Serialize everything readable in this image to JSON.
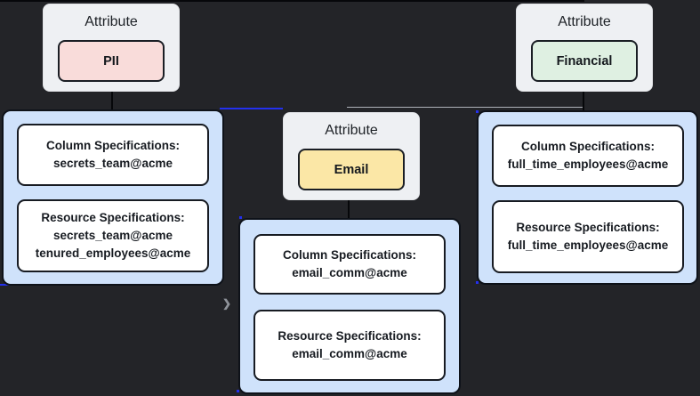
{
  "diagram": {
    "attributes": [
      {
        "title": "Attribute",
        "badge": "PII"
      },
      {
        "title": "Attribute",
        "badge": "Email"
      },
      {
        "title": "Attribute",
        "badge": "Financial"
      }
    ],
    "groups": [
      {
        "boxes": [
          {
            "lines": [
              "Column Specifications:",
              "secrets_team@acme"
            ]
          },
          {
            "lines": [
              "Resource Specifications:",
              "secrets_team@acme",
              "tenured_employees@acme"
            ]
          }
        ]
      },
      {
        "boxes": [
          {
            "lines": [
              "Column Specifications:",
              "email_comm@acme"
            ]
          },
          {
            "lines": [
              "Resource Specifications:",
              "email_comm@acme"
            ]
          }
        ]
      },
      {
        "boxes": [
          {
            "lines": [
              "Column Specifications:",
              "full_time_employees@acme"
            ]
          },
          {
            "lines": [
              "Resource Specifications:",
              "full_time_employees@acme"
            ]
          }
        ]
      }
    ],
    "connector_arrow": "❯",
    "colors": {
      "background": "#232428",
      "attribute_box": "#eef0f3",
      "pii_badge": "#f9dcda",
      "email_badge": "#fbe7a6",
      "financial_badge": "#dff0e2",
      "group_fill": "#cfe2fb",
      "edge_blue": "#2330ee",
      "edge_gray": "#d6d8dc",
      "edge_black": "#06070a"
    }
  }
}
